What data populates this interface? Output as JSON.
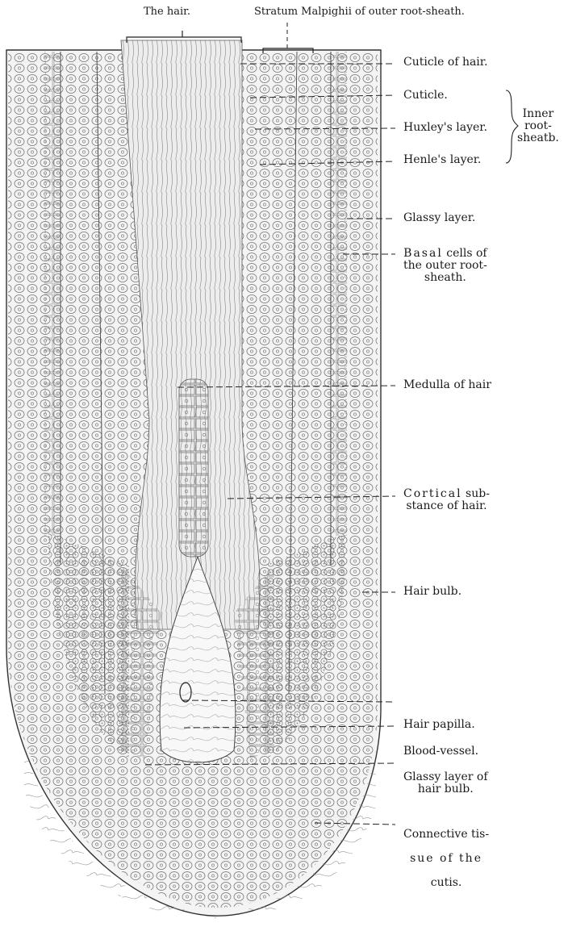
{
  "top_labels": {
    "the_hair": "The hair.",
    "stratum": "Stratum Malpighii of outer root-sheath."
  },
  "labels": {
    "cuticle_of_hair": "Cuticle of hair.",
    "cuticle": "Cuticle.",
    "huxley": "Huxley's layer.",
    "henle": "Henle's layer.",
    "inner_root_sheath": "Inner\nroot-\nsheatb.",
    "glassy_layer": "Glassy layer.",
    "basal_cells_a": "Basal",
    "basal_cells_b": " cells of\nthe outer root-\nsheath.",
    "medulla": "Medulla of hair",
    "cortical_a": "Cortical",
    "cortical_b": " sub-\nstance of hair.",
    "hair_bulb": "Hair bulb.",
    "hair_papilla": "Hair papilla.",
    "blood_vessel": "Blood-vessel.",
    "glassy_bulb": "Glassy layer of\nhair bulb.",
    "connective_a": "Connective tis-",
    "connective_b": "sue of the",
    "connective_c": "cutis."
  },
  "colors": {
    "ink": "#1a1a1a",
    "tissue": "#f3f3f3",
    "line": "#333333"
  }
}
